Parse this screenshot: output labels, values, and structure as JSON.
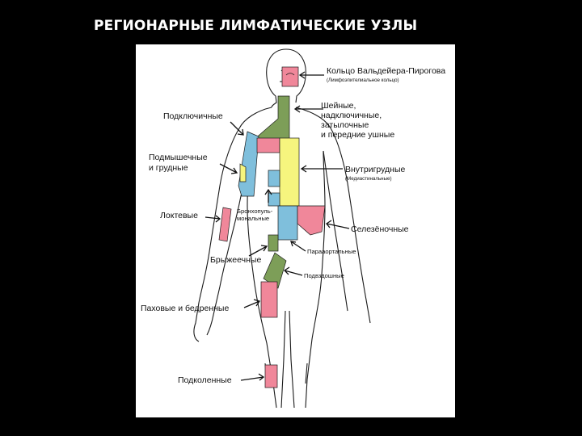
{
  "title": "РЕГИОНАРНЫЕ ЛИМФАТИЧЕСКИЕ УЗЛЫ",
  "labels": {
    "waldeyer": "Кольцо Вальдейера-Пирогова",
    "waldeyer_note": "(Лимфоэпителиальное кольцо)",
    "cervical_1": "Шейные,",
    "cervical_2": "надключичные,",
    "cervical_3": "затылочные",
    "cervical_4": "и передние ушные",
    "subclavian": "Подключичные",
    "axillary_1": "Подмышечные",
    "axillary_2": "и грудные",
    "intrathoracic": "Внутригрудные",
    "intrathoracic_note": "(Медиастинальные)",
    "elbow": "Локтевые",
    "bronchopulmonary_1": "Бронхопуль-",
    "bronchopulmonary_2": "мональные",
    "splenic": "Селезёночные",
    "paraaortic": "Парааортальные",
    "mesenteric": "Брыжеечные",
    "iliac": "Подвздошные",
    "inguinal": "Паховые и бедренные",
    "popliteal": "Подколенные"
  },
  "colors": {
    "pink": "#f0879a",
    "blue": "#7fbfdc",
    "yellow": "#f6f57e",
    "green": "#7d9e58",
    "background": "#000000",
    "panel": "#ffffff"
  }
}
